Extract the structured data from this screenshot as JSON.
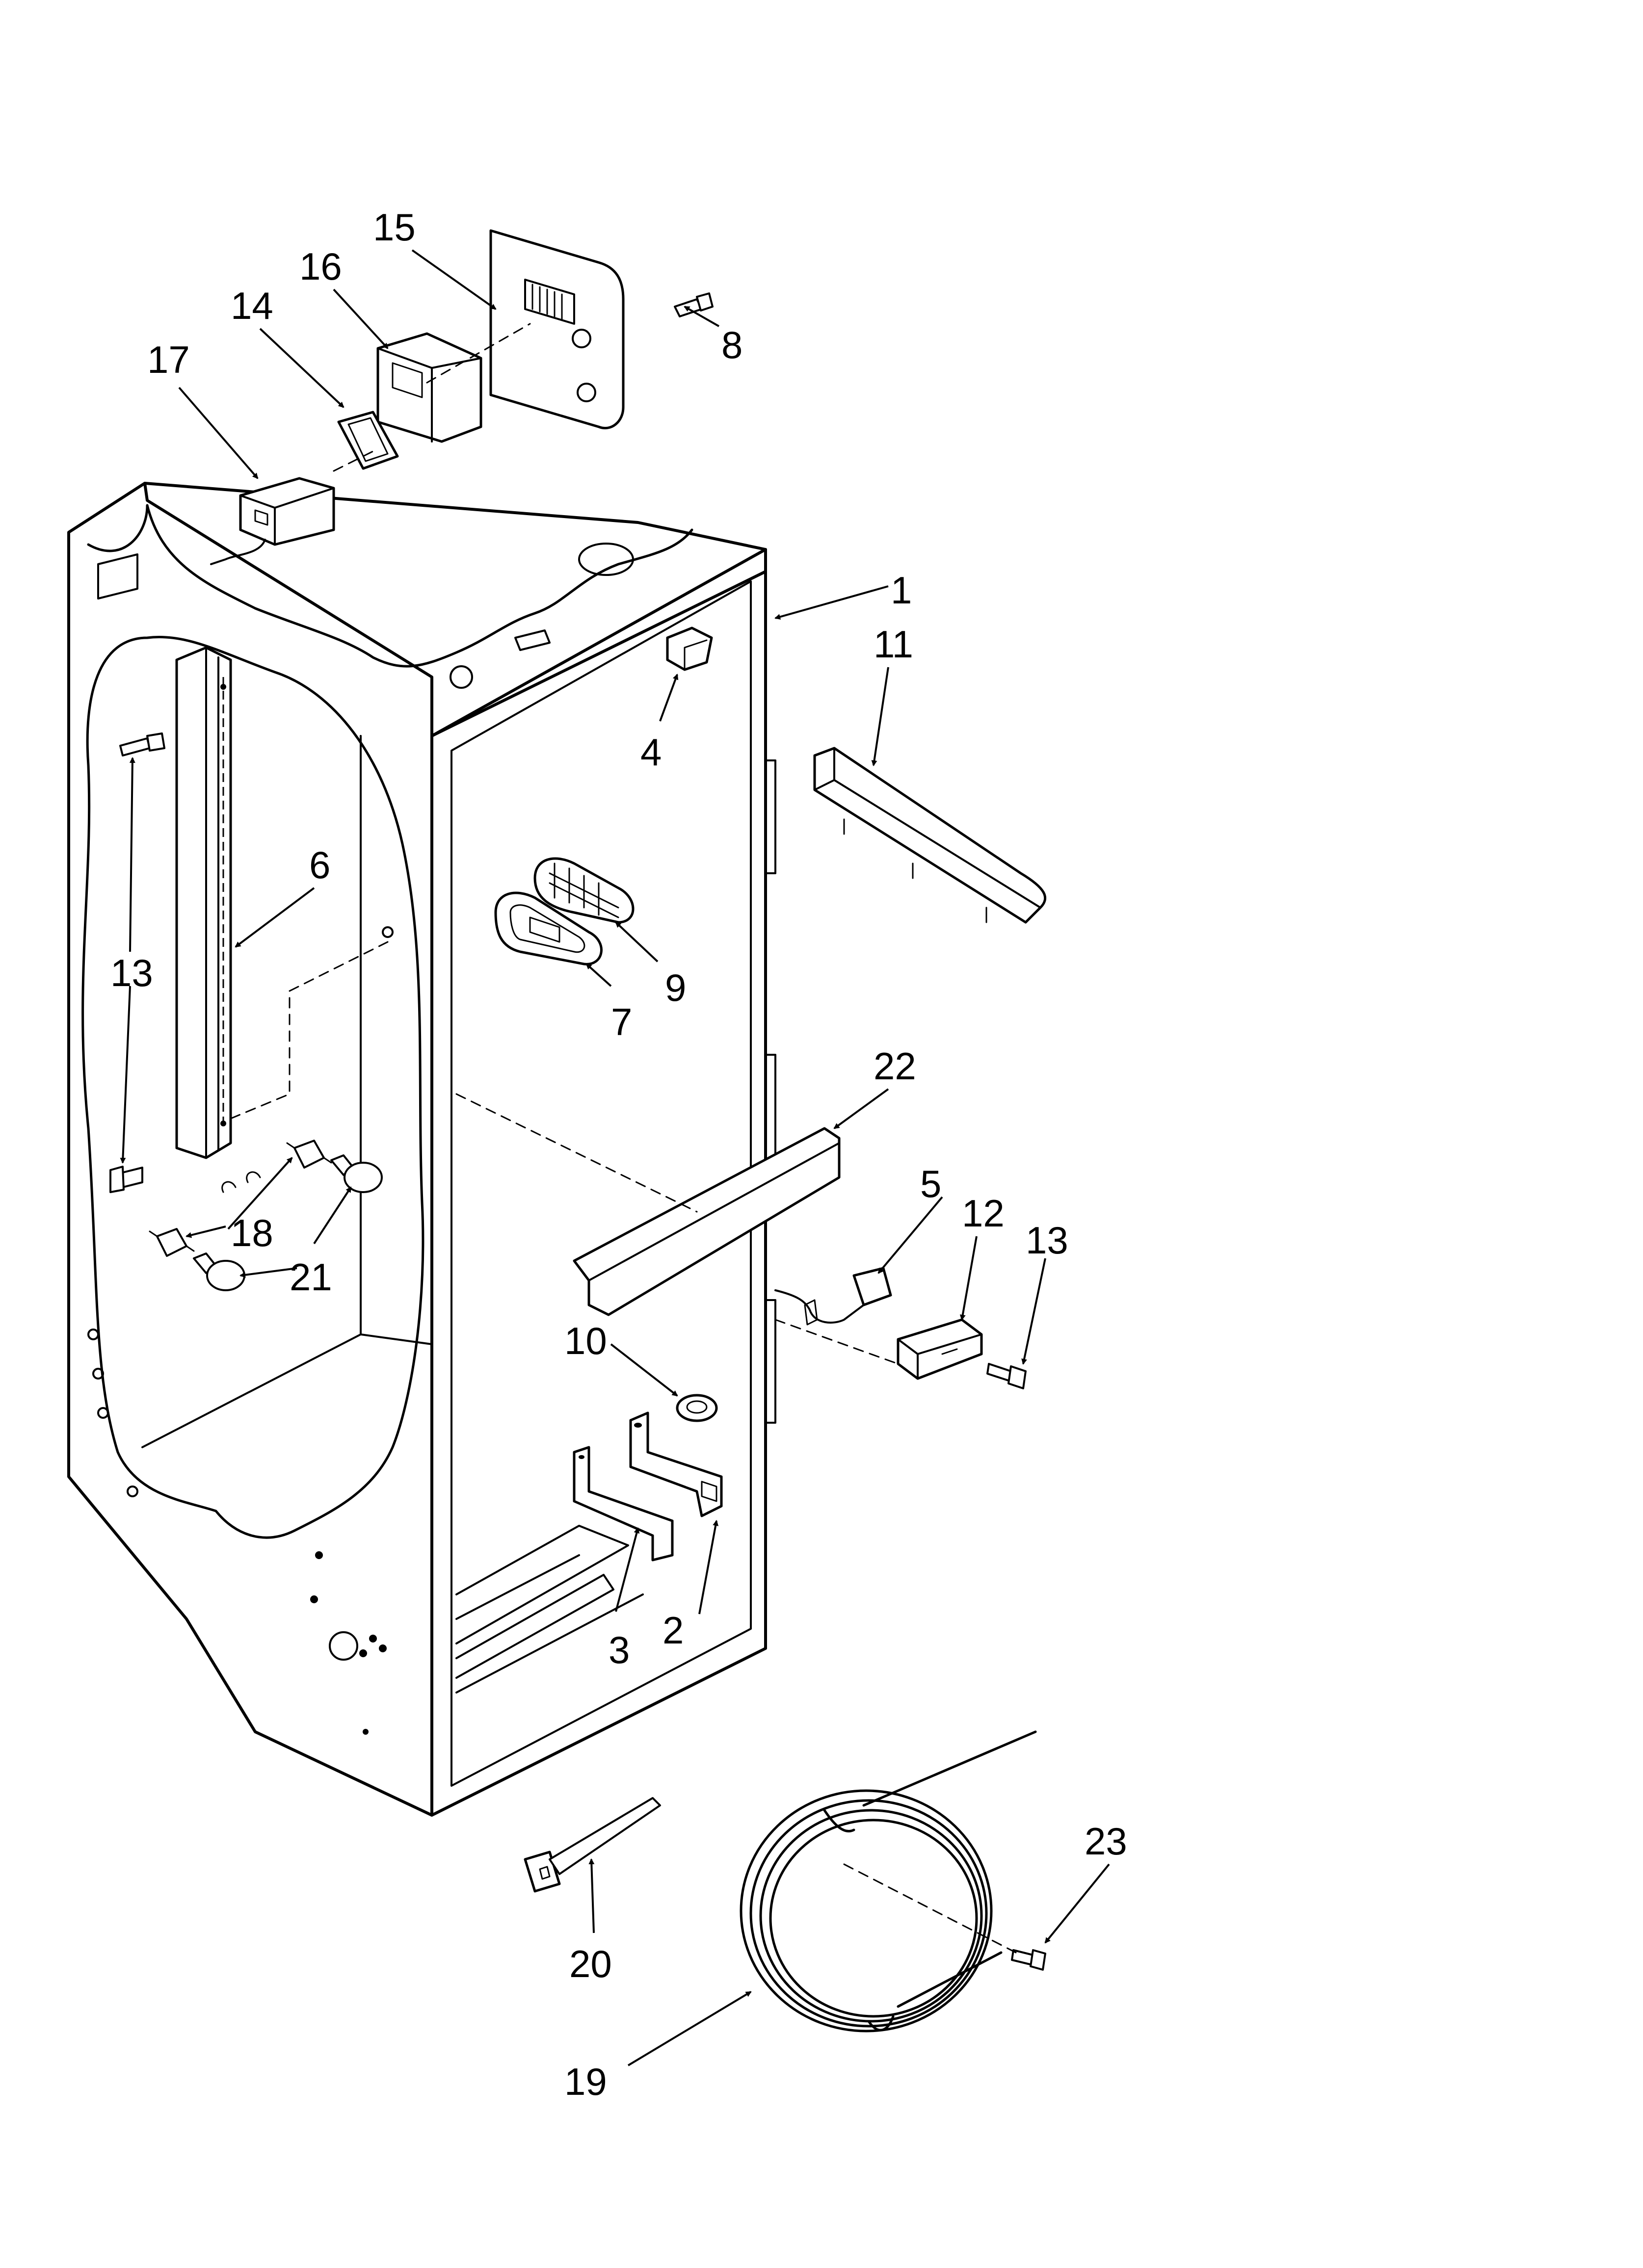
{
  "diagram": {
    "callout_labels": {
      "1": "1",
      "2": "2",
      "3": "3",
      "4": "4",
      "5": "5",
      "6": "6",
      "7": "7",
      "8": "8",
      "9": "9",
      "10": "10",
      "11": "11",
      "12": "12",
      "13a": "13",
      "13b": "13",
      "14": "14",
      "15": "15",
      "16": "16",
      "17": "17",
      "18": "18",
      "19": "19",
      "20": "20",
      "21": "21",
      "22": "22",
      "23": "23"
    }
  }
}
